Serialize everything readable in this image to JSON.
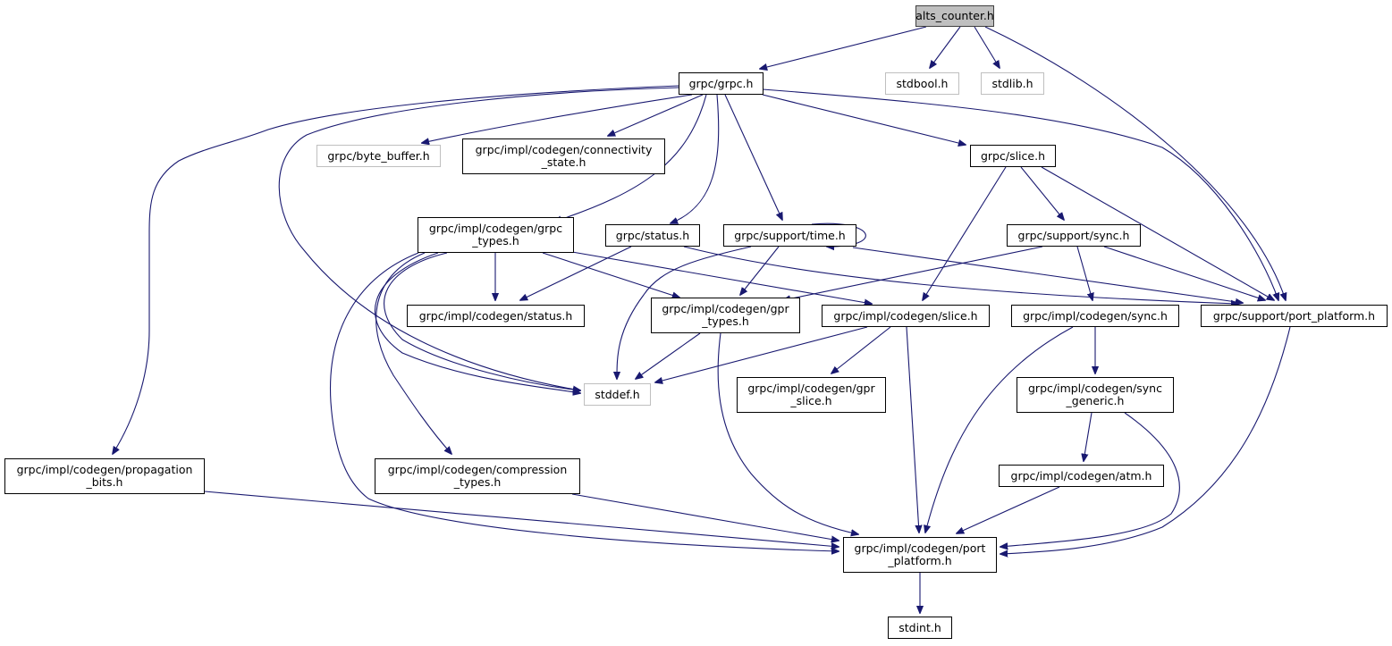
{
  "diagram": {
    "title": "Include dependency graph for alts_counter.h",
    "colors": {
      "edge": "#191970",
      "root_fill": "#bfbfbf",
      "node_border": "#000000",
      "missing_border": "#bfbfbf"
    },
    "nodes": [
      {
        "id": "alts_counter",
        "label": "alts_counter.h",
        "kind": "root"
      },
      {
        "id": "grpc",
        "label": "grpc/grpc.h",
        "kind": "file"
      },
      {
        "id": "stdbool",
        "label": "stdbool.h",
        "kind": "missing"
      },
      {
        "id": "stdlib",
        "label": "stdlib.h",
        "kind": "missing"
      },
      {
        "id": "byte_buffer",
        "label": "grpc/byte_buffer.h",
        "kind": "missing"
      },
      {
        "id": "connectivity_state",
        "label": "grpc/impl/codegen/connectivity\n_state.h",
        "kind": "file"
      },
      {
        "id": "slice",
        "label": "grpc/slice.h",
        "kind": "file"
      },
      {
        "id": "grpc_types",
        "label": "grpc/impl/codegen/grpc\n_types.h",
        "kind": "file"
      },
      {
        "id": "status",
        "label": "grpc/status.h",
        "kind": "file"
      },
      {
        "id": "time",
        "label": "grpc/support/time.h",
        "kind": "file"
      },
      {
        "id": "sync",
        "label": "grpc/support/sync.h",
        "kind": "file"
      },
      {
        "id": "codegen_status",
        "label": "grpc/impl/codegen/status.h",
        "kind": "file"
      },
      {
        "id": "gpr_types",
        "label": "grpc/impl/codegen/gpr\n_types.h",
        "kind": "file"
      },
      {
        "id": "codegen_slice",
        "label": "grpc/impl/codegen/slice.h",
        "kind": "file"
      },
      {
        "id": "codegen_sync",
        "label": "grpc/impl/codegen/sync.h",
        "kind": "file"
      },
      {
        "id": "support_port_platform",
        "label": "grpc/support/port_platform.h",
        "kind": "file"
      },
      {
        "id": "stddef",
        "label": "stddef.h",
        "kind": "missing"
      },
      {
        "id": "gpr_slice",
        "label": "grpc/impl/codegen/gpr\n_slice.h",
        "kind": "file"
      },
      {
        "id": "sync_generic",
        "label": "grpc/impl/codegen/sync\n_generic.h",
        "kind": "file"
      },
      {
        "id": "propagation_bits",
        "label": "grpc/impl/codegen/propagation\n_bits.h",
        "kind": "file"
      },
      {
        "id": "compression_types",
        "label": "grpc/impl/codegen/compression\n_types.h",
        "kind": "file"
      },
      {
        "id": "atm",
        "label": "grpc/impl/codegen/atm.h",
        "kind": "file"
      },
      {
        "id": "codegen_port_platform",
        "label": "grpc/impl/codegen/port\n_platform.h",
        "kind": "file"
      },
      {
        "id": "stdint",
        "label": "stdint.h",
        "kind": "file"
      }
    ],
    "edges": [
      [
        "alts_counter",
        "grpc"
      ],
      [
        "alts_counter",
        "stdbool"
      ],
      [
        "alts_counter",
        "stdlib"
      ],
      [
        "alts_counter",
        "support_port_platform"
      ],
      [
        "grpc",
        "byte_buffer"
      ],
      [
        "grpc",
        "connectivity_state"
      ],
      [
        "grpc",
        "slice"
      ],
      [
        "grpc",
        "grpc_types"
      ],
      [
        "grpc",
        "status"
      ],
      [
        "grpc",
        "time"
      ],
      [
        "grpc",
        "support_port_platform"
      ],
      [
        "grpc",
        "stddef"
      ],
      [
        "grpc",
        "propagation_bits"
      ],
      [
        "slice",
        "codegen_slice"
      ],
      [
        "slice",
        "sync"
      ],
      [
        "slice",
        "support_port_platform"
      ],
      [
        "grpc_types",
        "codegen_status"
      ],
      [
        "grpc_types",
        "gpr_types"
      ],
      [
        "grpc_types",
        "codegen_slice"
      ],
      [
        "grpc_types",
        "stddef"
      ],
      [
        "grpc_types",
        "compression_types"
      ],
      [
        "grpc_types",
        "codegen_port_platform"
      ],
      [
        "status",
        "codegen_status"
      ],
      [
        "status",
        "support_port_platform"
      ],
      [
        "time",
        "time"
      ],
      [
        "time",
        "gpr_types"
      ],
      [
        "time",
        "stddef"
      ],
      [
        "sync",
        "gpr_types"
      ],
      [
        "sync",
        "codegen_sync"
      ],
      [
        "sync",
        "support_port_platform"
      ],
      [
        "gpr_types",
        "stddef"
      ],
      [
        "gpr_types",
        "codegen_port_platform"
      ],
      [
        "codegen_slice",
        "stddef"
      ],
      [
        "codegen_slice",
        "gpr_slice"
      ],
      [
        "codegen_slice",
        "codegen_port_platform"
      ],
      [
        "codegen_sync",
        "sync_generic"
      ],
      [
        "codegen_sync",
        "codegen_port_platform"
      ],
      [
        "support_port_platform",
        "codegen_port_platform"
      ],
      [
        "sync_generic",
        "atm"
      ],
      [
        "sync_generic",
        "codegen_port_platform"
      ],
      [
        "atm",
        "codegen_port_platform"
      ],
      [
        "propagation_bits",
        "codegen_port_platform"
      ],
      [
        "compression_types",
        "codegen_port_platform"
      ],
      [
        "codegen_port_platform",
        "stdint"
      ]
    ]
  }
}
